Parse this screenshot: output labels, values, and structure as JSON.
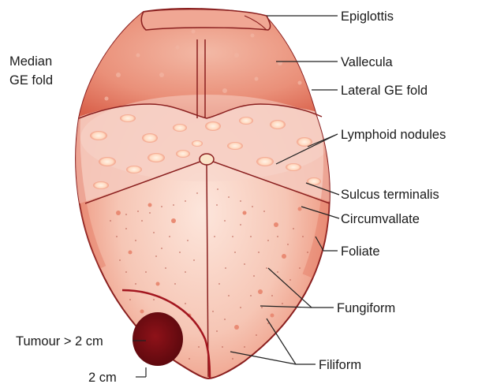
{
  "labels": {
    "epiglottis": "Epiglottis",
    "median_ge_fold_line1": "Median",
    "median_ge_fold_line2": "GE fold",
    "vallecula": "Vallecula",
    "lateral_ge_fold": "Lateral GE fold",
    "lymphoid_nodules": "Lymphoid nodules",
    "sulcus_terminalis": "Sulcus terminalis",
    "circumvallate": "Circumvallate",
    "foliate": "Foliate",
    "fungiform": "Fungiform",
    "filiform": "Filiform",
    "tumour": "Tumour > 2 cm",
    "margin": "2 cm"
  },
  "colors": {
    "tongue_outline": "#8a1f1f",
    "tongue_body": "#f3b8a4",
    "tongue_edge": "#e0705a",
    "posterior_zone": "#f2c8bf",
    "nodule": "#ffe6cf",
    "tumour": "#6d0d12",
    "margin_line": "#a3161f",
    "leader_line": "#222222"
  }
}
